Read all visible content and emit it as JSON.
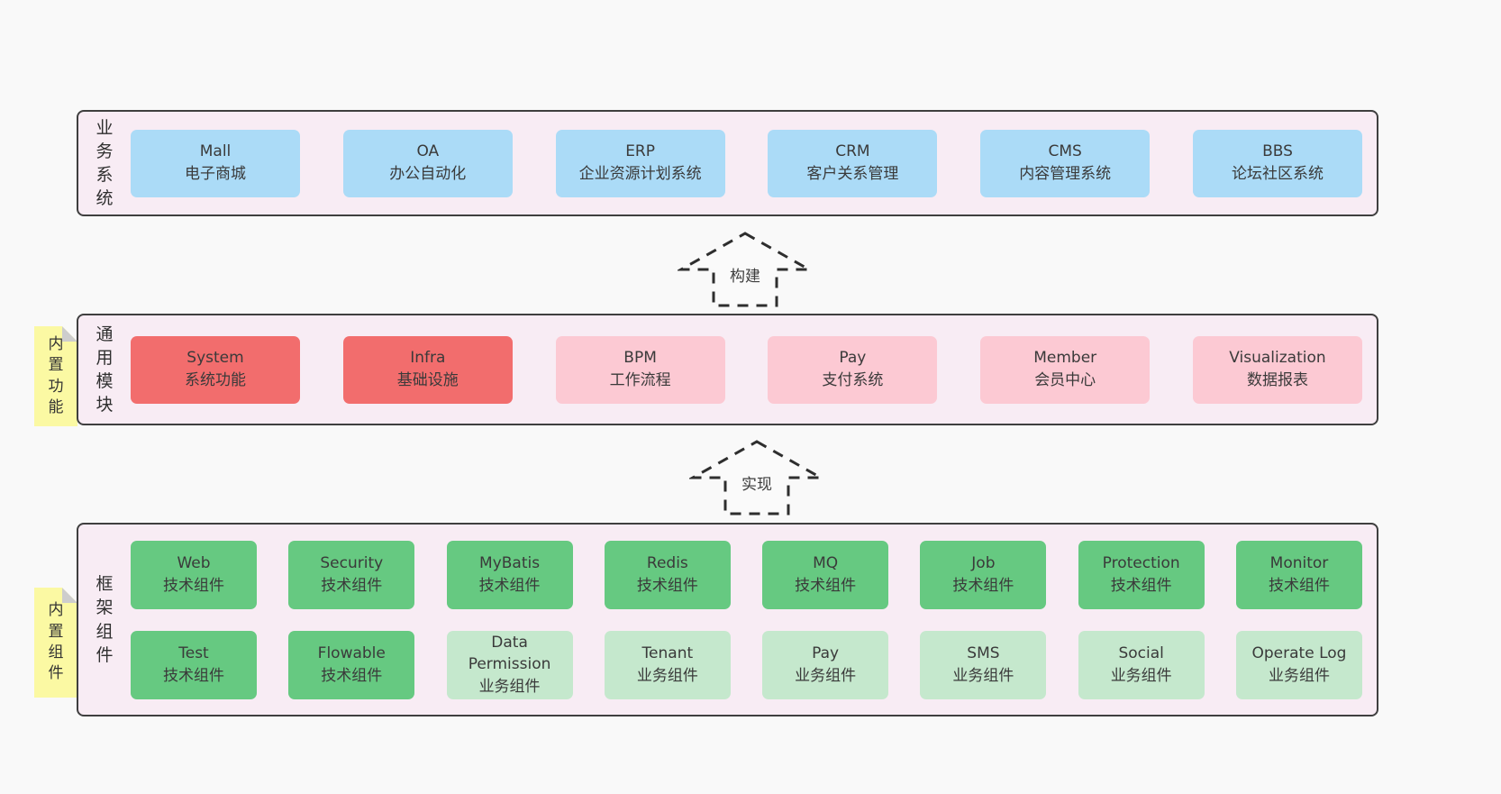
{
  "palette": {
    "page_bg": "#f9f9f9",
    "layer_bg": "#f8ecf4",
    "layer_border": "#3f3f3f",
    "blue_box": "#abdbf7",
    "red_box": "#f26d6d",
    "pink_box": "#fcc9d3",
    "green_box": "#66c981",
    "light_green_box": "#c5e8cd",
    "note_yellow": "#fbf9a3",
    "note_fold_gray": "#cdcdcd",
    "text": "#3a3a3a"
  },
  "arrows": {
    "build": {
      "label": "构建"
    },
    "implement": {
      "label": "实现"
    }
  },
  "layers": {
    "business": {
      "label": "业\n务\n系\n统",
      "boxes": [
        {
          "name": "Mall",
          "desc": "电子商城"
        },
        {
          "name": "OA",
          "desc": "办公自动化"
        },
        {
          "name": "ERP",
          "desc": "企业资源计划系统"
        },
        {
          "name": "CRM",
          "desc": "客户关系管理"
        },
        {
          "name": "CMS",
          "desc": "内容管理系统"
        },
        {
          "name": "BBS",
          "desc": "论坛社区系统"
        }
      ]
    },
    "modules": {
      "label": "通\n用\n模\n块",
      "note": "内\n置\n功\n能",
      "boxes": [
        {
          "name": "System",
          "desc": "系统功能"
        },
        {
          "name": "Infra",
          "desc": "基础设施"
        },
        {
          "name": "BPM",
          "desc": "工作流程"
        },
        {
          "name": "Pay",
          "desc": "支付系统"
        },
        {
          "name": "Member",
          "desc": "会员中心"
        },
        {
          "name": "Visualization",
          "desc": "数据报表"
        }
      ]
    },
    "framework": {
      "label": "框\n架\n组\n件",
      "note": "内\n置\n组\n件",
      "row1": [
        {
          "name": "Web",
          "desc": "技术组件"
        },
        {
          "name": "Security",
          "desc": "技术组件"
        },
        {
          "name": "MyBatis",
          "desc": "技术组件"
        },
        {
          "name": "Redis",
          "desc": "技术组件"
        },
        {
          "name": "MQ",
          "desc": "技术组件"
        },
        {
          "name": "Job",
          "desc": "技术组件"
        },
        {
          "name": "Protection",
          "desc": "技术组件"
        },
        {
          "name": "Monitor",
          "desc": "技术组件"
        }
      ],
      "row2": [
        {
          "name": "Test",
          "desc": "技术组件"
        },
        {
          "name": "Flowable",
          "desc": "技术组件"
        },
        {
          "name": "Data Permission",
          "desc": "业务组件"
        },
        {
          "name": "Tenant",
          "desc": "业务组件"
        },
        {
          "name": "Pay",
          "desc": "业务组件"
        },
        {
          "name": "SMS",
          "desc": "业务组件"
        },
        {
          "name": "Social",
          "desc": "业务组件"
        },
        {
          "name": "Operate Log",
          "desc": "业务组件"
        }
      ]
    }
  }
}
